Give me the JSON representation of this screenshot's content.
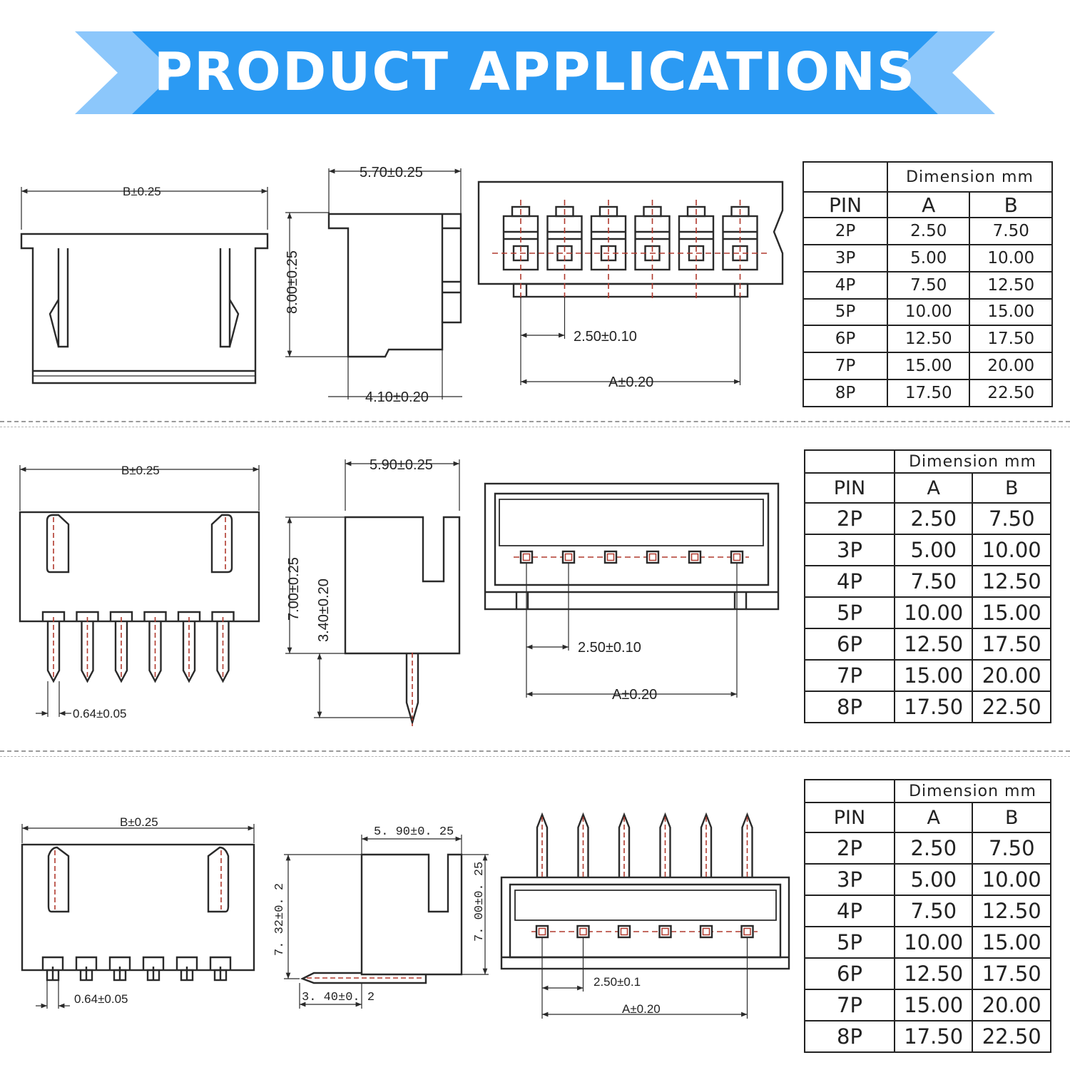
{
  "banner": {
    "title": "PRODUCT APPLICATIONS",
    "colors": {
      "main": "#2b9af3",
      "light": "#8cc7fb"
    }
  },
  "row1": {
    "labels": {
      "b": "B±0.25",
      "depth": "5.70±0.25",
      "height": "8.00±0.25",
      "base": "4.10±0.20",
      "pitch": "2.50±0.10",
      "a": "A±0.20"
    },
    "table": {
      "header": "Dimension  mm",
      "cols": [
        "PIN",
        "A",
        "B"
      ],
      "rows": [
        [
          "2P",
          "2.50",
          "7.50"
        ],
        [
          "3P",
          "5.00",
          "10.00"
        ],
        [
          "4P",
          "7.50",
          "12.50"
        ],
        [
          "5P",
          "10.00",
          "15.00"
        ],
        [
          "6P",
          "12.50",
          "17.50"
        ],
        [
          "7P",
          "15.00",
          "20.00"
        ],
        [
          "8P",
          "17.50",
          "22.50"
        ]
      ]
    }
  },
  "row2": {
    "labels": {
      "b": "B±0.25",
      "depth": "5.90±0.25",
      "height": "7.00±0.25",
      "pin": "3.40±0.20",
      "pinw": "0.64±0.05",
      "pitch": "2.50±0.10",
      "a": "A±0.20"
    },
    "table": {
      "header": "Dimension  mm",
      "cols": [
        "PIN",
        "A",
        "B"
      ],
      "rows": [
        [
          "2P",
          "2.50",
          "7.50"
        ],
        [
          "3P",
          "5.00",
          "10.00"
        ],
        [
          "4P",
          "7.50",
          "12.50"
        ],
        [
          "5P",
          "10.00",
          "15.00"
        ],
        [
          "6P",
          "12.50",
          "17.50"
        ],
        [
          "7P",
          "15.00",
          "20.00"
        ],
        [
          "8P",
          "17.50",
          "22.50"
        ]
      ]
    }
  },
  "row3": {
    "labels": {
      "b": "B±0.25",
      "depth": "5. 90±0. 25",
      "height": "7. 00±0. 25",
      "total": "7. 32±0. 2",
      "pin": "3. 40±0. 2",
      "pinw": "0.64±0.05",
      "pitch": "2.50±0.1",
      "a": "A±0.20"
    },
    "table": {
      "header": "Dimension  mm",
      "cols": [
        "PIN",
        "A",
        "B"
      ],
      "rows": [
        [
          "2P",
          "2.50",
          "7.50"
        ],
        [
          "3P",
          "5.00",
          "10.00"
        ],
        [
          "4P",
          "7.50",
          "12.50"
        ],
        [
          "5P",
          "10.00",
          "15.00"
        ],
        [
          "6P",
          "12.50",
          "17.50"
        ],
        [
          "7P",
          "15.00",
          "20.00"
        ],
        [
          "8P",
          "17.50",
          "22.50"
        ]
      ]
    }
  }
}
